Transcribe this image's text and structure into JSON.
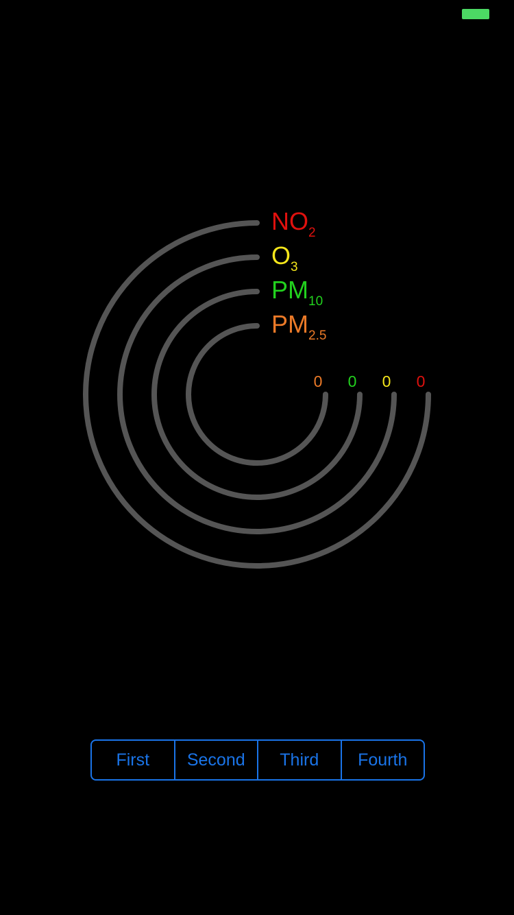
{
  "status_bar": {
    "battery_color": "#4cd964",
    "battery_icon": "battery-icon"
  },
  "gauge": {
    "track_color": "#555555",
    "rings": [
      {
        "pollutant": "NO",
        "subscript": "2",
        "value": "0",
        "color": "#e0110e"
      },
      {
        "pollutant": "O",
        "subscript": "3",
        "value": "0",
        "color": "#f5e61b"
      },
      {
        "pollutant": "PM",
        "subscript": "10",
        "value": "0",
        "color": "#22d11e"
      },
      {
        "pollutant": "PM",
        "subscript": "2.5",
        "value": "0",
        "color": "#ec7a28"
      }
    ]
  },
  "segmented_control": {
    "accent_color": "#1a74e8",
    "segments": [
      {
        "label": "First"
      },
      {
        "label": "Second"
      },
      {
        "label": "Third"
      },
      {
        "label": "Fourth"
      }
    ]
  }
}
